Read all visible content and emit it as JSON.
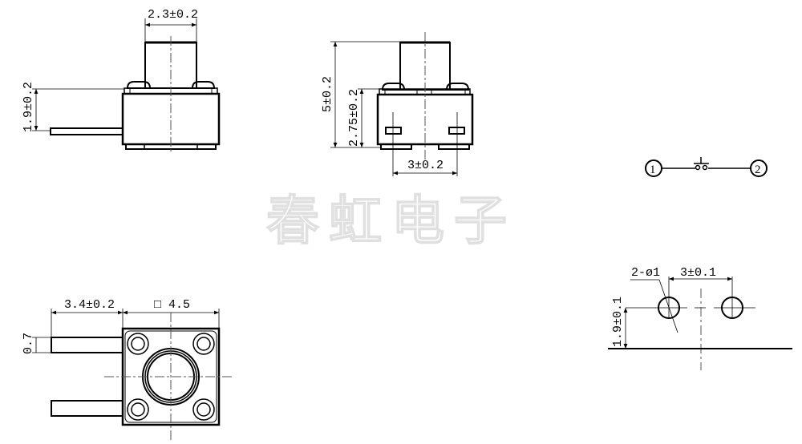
{
  "drawing": {
    "watermark": "春虹电子",
    "views": {
      "side_view_left": {
        "dims": {
          "stem_width": "2.3±0.2",
          "lead_height": "1.9±0.2"
        }
      },
      "front_view": {
        "dims": {
          "total_height": "5±0.2",
          "body_height": "2.75±0.2",
          "lead_pitch": "3±0.2"
        }
      },
      "top_view": {
        "dims": {
          "lead_length": "3.4±0.2",
          "body_size": "□ 4.5",
          "lead_width": "0.7"
        }
      },
      "schematic": {
        "terminal_1": "1",
        "terminal_2": "2"
      },
      "pcb_layout": {
        "dims": {
          "hole_spec": "2-ø1",
          "hole_pitch": "3±0.1",
          "hole_offset": "1.9±0.1"
        }
      }
    },
    "colors": {
      "line": "#000000",
      "center_line": "#555555",
      "watermark_stroke": "#e0e0e0",
      "background": "#ffffff"
    }
  }
}
